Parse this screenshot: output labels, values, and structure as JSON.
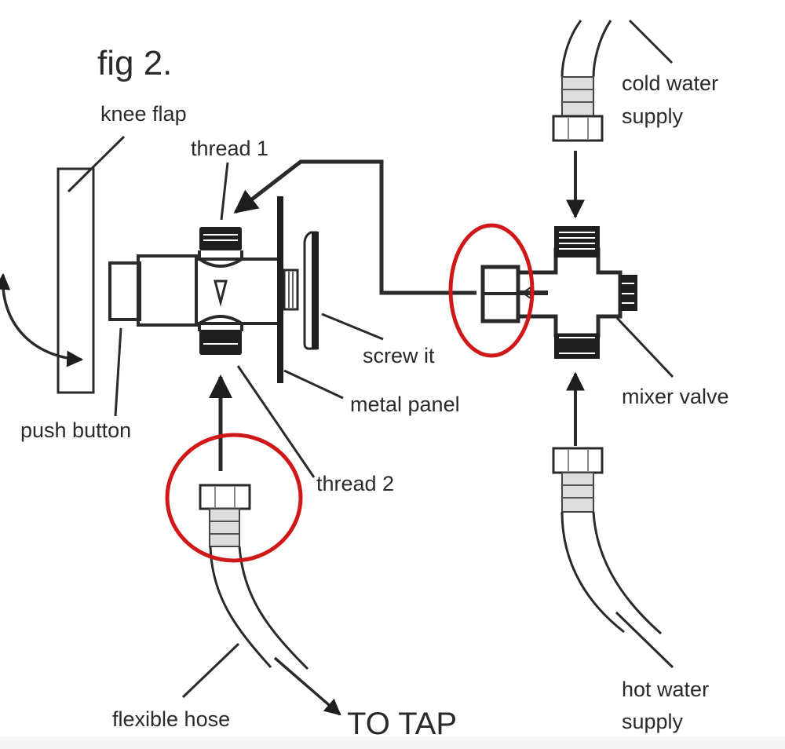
{
  "figure": {
    "title": "fig 2.",
    "labels": {
      "knee_flap": "knee flap",
      "thread_1": "thread 1",
      "push_button": "push button",
      "screw_it": "screw it",
      "metal_panel": "metal panel",
      "thread_2": "thread 2",
      "flexible_hose": "flexible hose",
      "to_tap": "TO TAP",
      "cold_water_line1": "cold water",
      "cold_water_line2": "supply",
      "mixer_valve": "mixer valve",
      "hot_water_line1": "hot water",
      "hot_water_line2": "supply"
    },
    "highlight_color": "#d01818",
    "line_color": "#2a2a2a"
  }
}
